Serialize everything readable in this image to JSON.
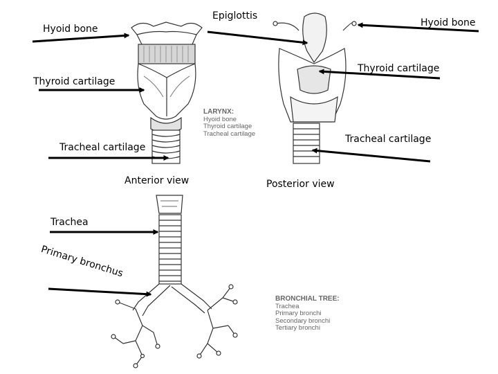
{
  "labels": {
    "hyoid_left": "Hyoid bone",
    "epiglottis": "Epiglottis",
    "hyoid_right": "Hyoid bone",
    "thyroid_left": "Thyroid cartilage",
    "thyroid_right": "Thyroid cartilage",
    "tracheal_left": "Tracheal cartilage",
    "tracheal_right": "Tracheal cartilage",
    "anterior_view": "Anterior view",
    "posterior_view": "Posterior view",
    "trachea": "Trachea",
    "primary_bronchus": "Primary bronchus"
  },
  "larynx_legend": {
    "title": "LARYNX:",
    "items": [
      "Hyoid bone",
      "Thyroid cartilage",
      "Tracheal cartilage"
    ]
  },
  "bronchial_legend": {
    "title": "BRONCHIAL TREE:",
    "items": [
      "Trachea",
      "Primary bronchi",
      "Secondary bronchi",
      "Tertiary bronchi"
    ]
  },
  "colors": {
    "ink": "#000000",
    "drawing": "#333333",
    "shade": "#cfcfcf",
    "legend_text": "#666666"
  }
}
